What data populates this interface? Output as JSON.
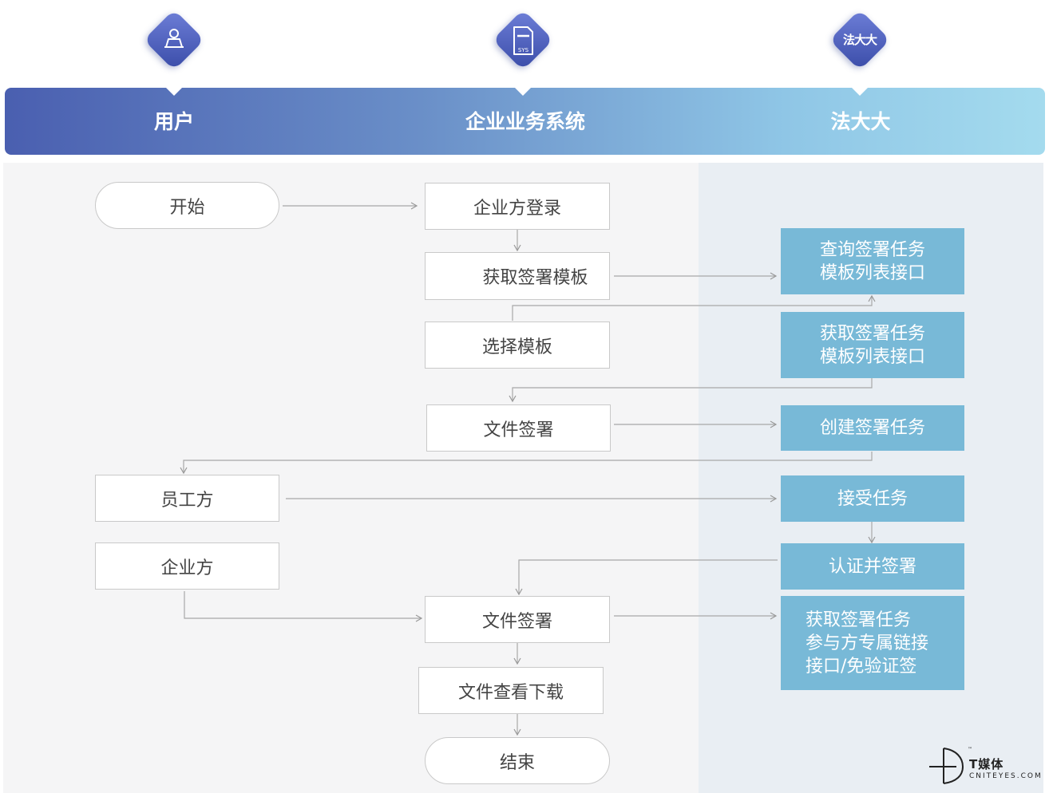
{
  "lanes": {
    "user": "用户",
    "system": "企业业务系统",
    "fadada": "法大大"
  },
  "icons": {
    "user": "user-icon",
    "system": "sys-document-icon",
    "fadada": "fadada-logo-icon",
    "system_badge": "SYS",
    "fadada_badge": "法大大"
  },
  "nodes": {
    "start": "开始",
    "login": "企业方登录",
    "get_template": "获取签署模板",
    "select_template": "选择模板",
    "sign_file_1": "文件签署",
    "employee": "员工方",
    "enterprise": "企业方",
    "sign_file_2": "文件签署",
    "view_download": "文件查看下载",
    "end": "结束",
    "query_api": "查询签署任务\n模板列表接口",
    "fetch_api": "获取签署任务\n模板列表接口",
    "create_task": "创建签署任务",
    "accept_task": "接受任务",
    "auth_sign": "认证并签署",
    "get_link": "获取签署任务\n参与方专属链接\n接口/免验证签"
  },
  "brand": {
    "name": "T媒体",
    "sub": "CNITEYES.COM",
    "tm": "™"
  },
  "colors": {
    "accent_blue": "#78b9d7",
    "header_start": "#4a5fb0",
    "header_end": "#a4dbee"
  }
}
